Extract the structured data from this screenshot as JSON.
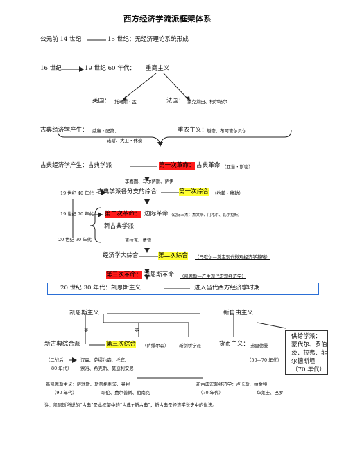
{
  "title": "西方经济学流派框架体系",
  "r1": {
    "a": "公元前 14 世纪",
    "b": "15 世纪：无经济理论系统形成"
  },
  "r2": {
    "a": "16 世纪",
    "b": "19 世纪 60 年代：",
    "c": "重商主义"
  },
  "r3": {
    "a": "英国：",
    "b": "托马斯・孟",
    "c": "法国：",
    "d": "蒙克莱田、柯尔培尔"
  },
  "r4": {
    "a": "古典经济学产生：",
    "b": "威廉・配第、",
    "c": "重农主义：",
    "d": "魁奈、布阿吉尔贝尔",
    "e": "诺斯、大卫・休谟"
  },
  "r5": {
    "a": "古典经济学产生：古典学派",
    "b": "第一次革命：",
    "c": "古典革命",
    "d": "（亚当・斯密）"
  },
  "r6": {
    "a": "李嘉图、马尔萨斯、萨伊"
  },
  "r7": {
    "a": "19 世纪 40 年代",
    "b": "古典学派各分支的综合",
    "c": "第一次综合",
    "d": "（约翰・穆勒）"
  },
  "r8": {
    "a": "19 世纪 70 年代",
    "b": "第二次革命：",
    "c": "边际革命",
    "d": "（边际三杰：杰文斯、门格尔、瓦尔拉斯）"
  },
  "r9": {
    "a": "新古典学派"
  },
  "r10": {
    "a": "20 世纪 30 年代",
    "b": "克拉克、费雪"
  },
  "r11": {
    "a": "经济学大综合",
    "b": "第二次综合",
    "c": "（马歇尔—奠定现代微观经济学基础）"
  },
  "r12": {
    "a": "第三次革命：",
    "b": "凯恩斯革命",
    "c": "（凯恩斯—产生现代宏观经济学）"
  },
  "r13": {
    "a": "20 世纪 30 年代：凯恩斯主义",
    "b": "进入当代西方经济学时期"
  },
  "r14": {
    "a": "凯恩斯主义",
    "b": "新自由主义"
  },
  "r15": {
    "a": "美",
    "b": "英"
  },
  "side": {
    "a": "供给学派：",
    "b": "蒙代尔、罗伯",
    "c": "茨、拉弗、菲",
    "d": "尔德斯坦",
    "e": "（70 年代）"
  },
  "r16": {
    "a": "新古典综合派",
    "b": "第三次综合",
    "c": "（萨缪尔森）",
    "d": "新剑桥学派",
    "e": "货币主义：",
    "f": "弗里德曼"
  },
  "r17": {
    "a": "（二战后",
    "b": "汉森、萨缪尔森、托宾、",
    "c": "（50—70 年代）"
  },
  "r18": {
    "a": "80 年代）",
    "b": "索洛、希克斯、莫迪利安尼"
  },
  "r19": {
    "a": "新凯恩斯主义：萨默斯、斯蒂格利茨、曼昆",
    "b": "新古典宏观经济学：卢卡斯、帕金特"
  },
  "r20": {
    "a": "（90 年代）",
    "b": "耶伦、费尔普斯、伯南克",
    "c": "（70 年代）",
    "d": "华莱士、巴罗"
  },
  "note": "注：凯恩斯所说的“古典”是本框架中的“古典+新古典”，新古典是经济学说史中的说法。"
}
